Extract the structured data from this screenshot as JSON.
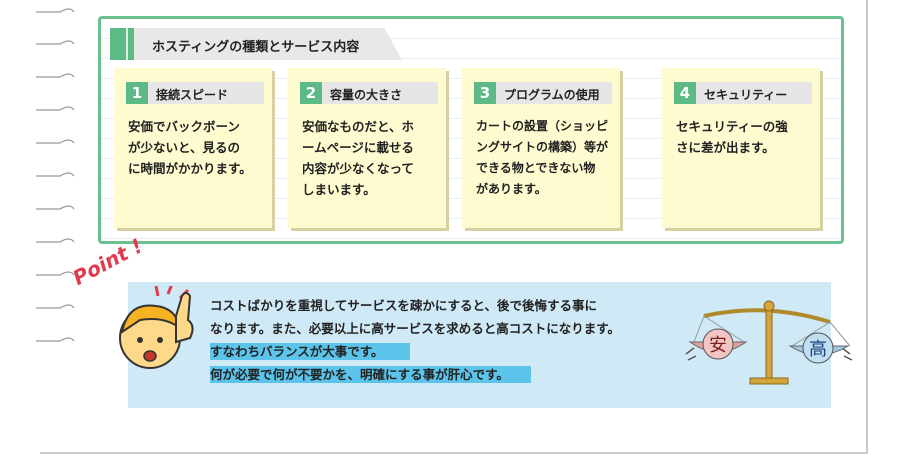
{
  "section_title": "ホスティングの種類とサービス内容",
  "cards": [
    {
      "number": "1",
      "title": "接続スピード",
      "body": [
        "安価でバックボーン",
        "が少ないと、見るの",
        "に時間がかかります。"
      ]
    },
    {
      "number": "2",
      "title": "容量の大きさ",
      "body": [
        "安価なものだと、ホ",
        "ームページに載せる",
        "内容が少なくなって",
        "しまいます。"
      ]
    },
    {
      "number": "3",
      "title": "プログラムの使用",
      "body": [
        "カートの設置（ショッピ",
        "ングサイトの構築）等が",
        "できる物とできない物",
        "があります。"
      ]
    },
    {
      "number": "4",
      "title": "セキュリティー",
      "body": [
        "セキュリティーの強",
        "さに差が出ます。"
      ]
    }
  ],
  "point": {
    "label": "Point !",
    "lines": [
      "コストばかりを重視してサービスを疎かにすると、後で後悔する事に",
      "なります。また、必要以上に高サービスを求めると高コストになります。",
      "すなわちバランスが大事です。",
      "何が必要で何が不要かを、明確にする事が肝心です。"
    ]
  },
  "scale": {
    "left_pan": "安",
    "right_pan": "高"
  },
  "colors": {
    "green": "#5dba86",
    "card": "#fffbd0",
    "point_bg": "#cfe9f6",
    "highlight": "#5cc3ea",
    "point_red": "#e23a4d"
  }
}
